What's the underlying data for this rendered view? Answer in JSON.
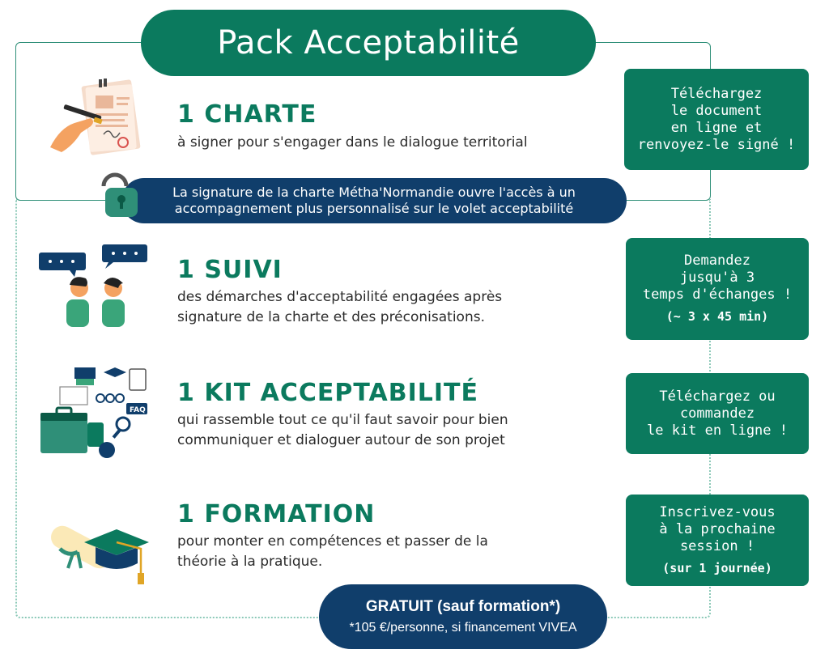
{
  "title": "Pack Acceptabilité",
  "sections": [
    {
      "title": "1 CHARTE",
      "desc": [
        "à signer pour s'engager dans le dialogue territorial"
      ],
      "cta": [
        "Téléchargez",
        "le document",
        "en ligne et",
        "renvoyez-le signé !"
      ],
      "cta_bold": "",
      "icon": "signing-document-icon"
    },
    {
      "title": "1 SUIVI",
      "desc": [
        "des démarches d'acceptabilité engagées après",
        "signature de la charte et des préconisations."
      ],
      "cta": [
        "Demandez",
        "jusqu'à 3",
        "temps d'échanges !"
      ],
      "cta_bold": "(~ 3 x 45 min)",
      "icon": "two-people-talking-icon"
    },
    {
      "title": "1 KIT ACCEPTABILITÉ",
      "desc": [
        "qui rassemble tout ce qu'il faut savoir pour bien",
        "communiquer et dialoguer autour de son projet"
      ],
      "cta": [
        "Téléchargez ou",
        "commandez",
        "le kit en ligne !"
      ],
      "cta_bold": "",
      "icon": "toolbox-kit-icon"
    },
    {
      "title": "1 FORMATION",
      "desc": [
        "pour monter en compétences et passer de la",
        "théorie à la pratique."
      ],
      "cta": [
        "Inscrivez-vous",
        "à la prochaine",
        "session !"
      ],
      "cta_bold": "(sur 1 journée)",
      "icon": "graduation-cap-icon"
    }
  ],
  "signature_note": [
    "La signature de la charte Métha'Normandie ouvre l'accès à un",
    "accompagnement plus personnalisé sur le volet acceptabilité"
  ],
  "free": {
    "main": "GRATUIT (sauf formation*)",
    "note": "*105 €/personne, si financement VIVEA"
  },
  "colors": {
    "green": "#0b7a5e",
    "navy": "#103e6b",
    "light_green": "#8cc9b8"
  }
}
